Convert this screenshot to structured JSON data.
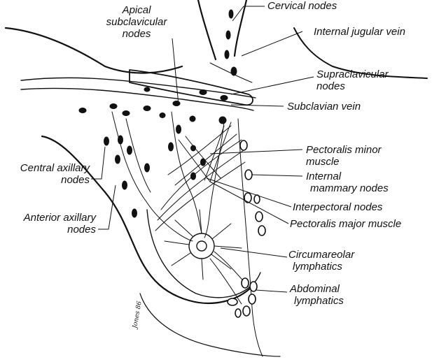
{
  "labels": {
    "cervical_nodes": "Cervical nodes",
    "internal_jugular_vein": "Internal jugular vein",
    "apical_subclavicular_nodes": [
      "Apical",
      "subclavicular",
      "nodes"
    ],
    "supraclavicular_nodes": [
      "Supraclavicular",
      "nodes"
    ],
    "subclavian_vein": "Subclavian vein",
    "pectoralis_minor_muscle": [
      "Pectoralis minor",
      "muscle"
    ],
    "central_axillary_nodes": [
      "Central axillary",
      "nodes"
    ],
    "internal_mammary_nodes": [
      "Internal",
      "mammary nodes"
    ],
    "interpectoral_nodes": "Interpectoral nodes",
    "anterior_axillary_nodes": [
      "Anterior axillary",
      "nodes"
    ],
    "pectoralis_major_muscle": "Pectoralis major muscle",
    "circumareolar_lymphatics": [
      "Circumareolar",
      "lymphatics"
    ],
    "abdominal_lymphatics": [
      "Abdominal",
      "lymphatics"
    ]
  },
  "signature": "Jones 86"
}
